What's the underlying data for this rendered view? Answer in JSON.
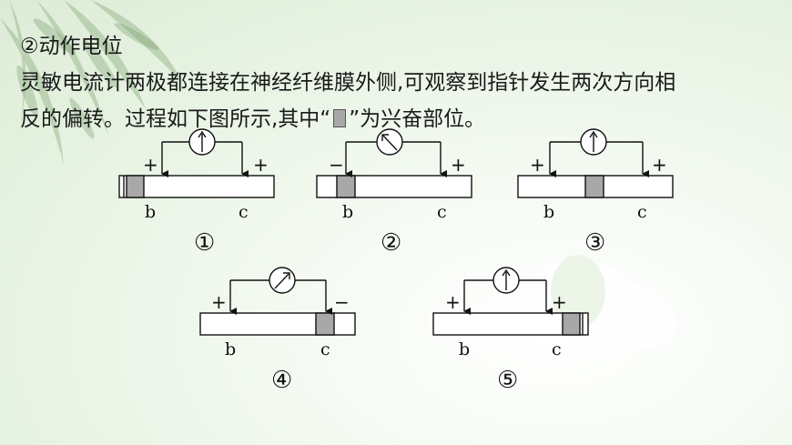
{
  "heading": "②动作电位",
  "line1": "灵敏电流计两极都连接在神经纤维膜外侧,可观察到指针发生两次方向相",
  "line2_before": "反的偏转。过程如下图所示,其中“",
  "line2_after": "”为兴奋部位。",
  "diagrams": [
    {
      "index_label": "①",
      "b_label": "b",
      "c_label": "c",
      "b_sign": "+",
      "c_sign": "+"
    },
    {
      "index_label": "②",
      "b_label": "b",
      "c_label": "c",
      "b_sign": "−",
      "c_sign": "+"
    },
    {
      "index_label": "③",
      "b_label": "b",
      "c_label": "c",
      "b_sign": "+",
      "c_sign": "+"
    },
    {
      "index_label": "④",
      "b_label": "b",
      "c_label": "c",
      "b_sign": "+",
      "c_sign": "−"
    },
    {
      "index_label": "⑤",
      "b_label": "b",
      "c_label": "c",
      "b_sign": "+",
      "c_sign": "+"
    }
  ],
  "colors": {
    "excited": "#a8a8a8",
    "leaf": "#8fb184",
    "text": "#1a1a1a"
  }
}
